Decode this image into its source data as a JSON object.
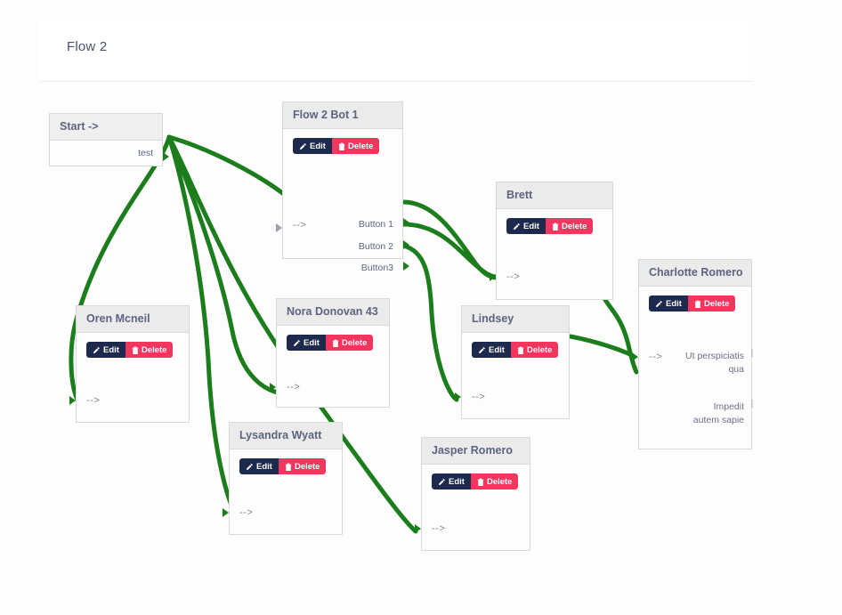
{
  "page": {
    "background": "#fdfdfb",
    "canvas_background": "#fdfdfd",
    "accent_edit": "#1d2a4d",
    "accent_delete": "#f2365e",
    "edge_color": "#1b7d1b"
  },
  "flow": {
    "title": "Flow 2"
  },
  "labels": {
    "edit": "Edit",
    "delete": "Delete",
    "input_arrow": "-->"
  },
  "nodes": [
    {
      "id": "start",
      "title": "Start ->",
      "type": "start",
      "has_actions": false,
      "out_label": "test"
    },
    {
      "id": "bot1",
      "title": "Flow 2 Bot 1",
      "type": "bot",
      "has_actions": true,
      "in_label": "-->",
      "outputs": [
        "Button 1",
        "Button 2",
        "Button3"
      ]
    },
    {
      "id": "oren",
      "title": "Oren Mcneil",
      "type": "bot",
      "has_actions": true,
      "in_label": "-->"
    },
    {
      "id": "nora",
      "title": "Nora Donovan 43",
      "type": "bot",
      "has_actions": true,
      "in_label": "-->"
    },
    {
      "id": "lysandra",
      "title": "Lysandra Wyatt",
      "type": "bot",
      "has_actions": true,
      "in_label": "-->"
    },
    {
      "id": "jasper",
      "title": "Jasper Romero",
      "type": "bot",
      "has_actions": true,
      "in_label": "-->"
    },
    {
      "id": "lindsey",
      "title": "Lindsey",
      "type": "bot",
      "has_actions": true,
      "in_label": "-->"
    },
    {
      "id": "brett",
      "title": "Brett",
      "type": "bot",
      "has_actions": true,
      "in_label": "-->"
    },
    {
      "id": "charlotte",
      "title": "Charlotte Romero",
      "type": "bot",
      "has_actions": true,
      "in_label": "-->",
      "messages": [
        "Ut perspiciatis qua",
        "Impedit autem sapie"
      ]
    }
  ],
  "edges": [
    {
      "from": "start",
      "to": "oren"
    },
    {
      "from": "start",
      "to": "nora"
    },
    {
      "from": "start",
      "to": "lysandra"
    },
    {
      "from": "start",
      "to": "jasper"
    },
    {
      "from": "start",
      "to": "bot1"
    },
    {
      "from": "bot1.Button 1",
      "to": "brett"
    },
    {
      "from": "bot1.Button 2",
      "to": "brett"
    },
    {
      "from": "bot1.Button3",
      "to": "lindsey"
    },
    {
      "from": "brett",
      "to": "charlotte"
    },
    {
      "from": "lindsey",
      "to": "charlotte"
    }
  ]
}
